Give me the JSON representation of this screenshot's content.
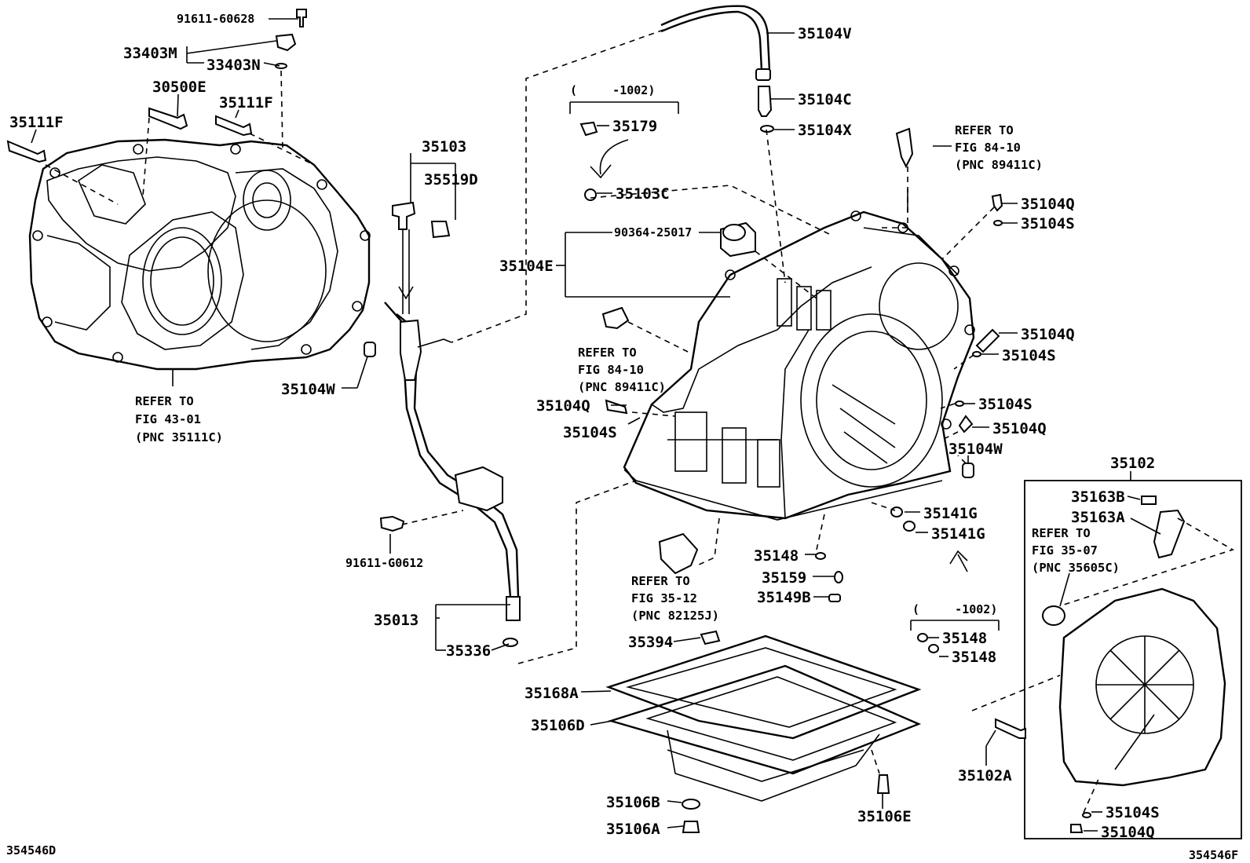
{
  "labels": {
    "p91611_60628": "91611-60628",
    "p33403M": "33403M",
    "p33403N": "33403N",
    "p30500E": "30500E",
    "p35111F_a": "35111F",
    "p35111F_b": "35111F",
    "p35104W_a": "35104W",
    "p35103": "35103",
    "p35519D": "35519D",
    "p91611_G0612": "91611-G0612",
    "p35013": "35013",
    "p35336": "35336",
    "p35104V": "35104V",
    "p35104C": "35104C",
    "p35104X": "35104X",
    "p35179": "35179",
    "p35103C": "35103C",
    "p90364_25017": "90364-25017",
    "p35104E": "35104E",
    "p35104Q_a": "35104Q",
    "p35104S_a": "35104S",
    "p35104Q_b": "35104Q",
    "p35104S_b": "35104S",
    "p35104S_c": "35104S",
    "p35104Q_c": "35104Q",
    "p35104W_b": "35104W",
    "p35104Q_d": "35104Q",
    "p35104S_d": "35104S",
    "p35141G_a": "35141G",
    "p35141G_b": "35141G",
    "p35148_a": "35148",
    "p35159": "35159",
    "p35149B": "35149B",
    "p35148_b": "35148",
    "p35148_c": "35148",
    "p35394": "35394",
    "p35168A": "35168A",
    "p35106D": "35106D",
    "p35106B": "35106B",
    "p35106A": "35106A",
    "p35106E": "35106E",
    "p35102A": "35102A",
    "p35102": "35102",
    "p35163B": "35163B",
    "p35163A": "35163A",
    "p35104S_e": "35104S",
    "p35104Q_e": "35104Q"
  },
  "date_ranges": {
    "range_upper": "(     -1002)",
    "range_lower": "(     -1002)"
  },
  "references": {
    "ref_43_01": {
      "line1": "REFER TO",
      "line2": "FIG 43-01",
      "line3": "(PNC 35111C)"
    },
    "ref_84_10_top": {
      "line1": "REFER TO",
      "line2": "FIG 84-10",
      "line3": "(PNC 89411C)"
    },
    "ref_84_10_mid": {
      "line1": "REFER TO",
      "line2": "FIG 84-10",
      "line3": "(PNC 89411C)"
    },
    "ref_35_12": {
      "line1": "REFER TO",
      "line2": "FIG 35-12",
      "line3": "(PNC 82125J)"
    },
    "ref_35_07": {
      "line1": "REFER TO",
      "line2": "FIG 35-07",
      "line3": "(PNC 35605C)"
    }
  },
  "footer": {
    "left_code": "354546D",
    "right_code": "354546F"
  }
}
